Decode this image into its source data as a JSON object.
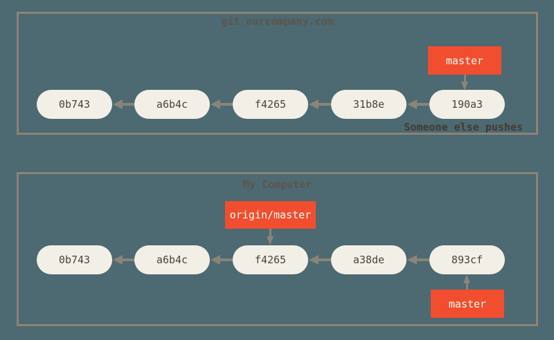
{
  "diagram": {
    "type": "git-commit-history",
    "background_color": "#4d6971",
    "accent_color": "#f04e2f",
    "node_fill_color": "#f2efe7",
    "line_color": "#8a8479",
    "panel_border_color": "#8b8477",
    "panels": [
      {
        "title": "git.ourcompany.com",
        "caption": "Someone else pushes",
        "commits": [
          "0b743",
          "a6b4c",
          "f4265",
          "31b8e",
          "190a3"
        ],
        "labels": [
          {
            "text": "master",
            "points_to": "190a3",
            "position": "above"
          }
        ],
        "edges": [
          "190a3→31b8e",
          "31b8e→f4265",
          "f4265→a6b4c",
          "a6b4c→0b743"
        ]
      },
      {
        "title": "My Computer",
        "caption": "",
        "commits": [
          "0b743",
          "a6b4c",
          "f4265",
          "a38de",
          "893cf"
        ],
        "labels": [
          {
            "text": "origin/master",
            "points_to": "f4265",
            "position": "above"
          },
          {
            "text": "master",
            "points_to": "893cf",
            "position": "below"
          }
        ],
        "edges": [
          "893cf→a38de",
          "a38de→f4265",
          "f4265→a6b4c",
          "a6b4c→0b743"
        ]
      }
    ]
  }
}
